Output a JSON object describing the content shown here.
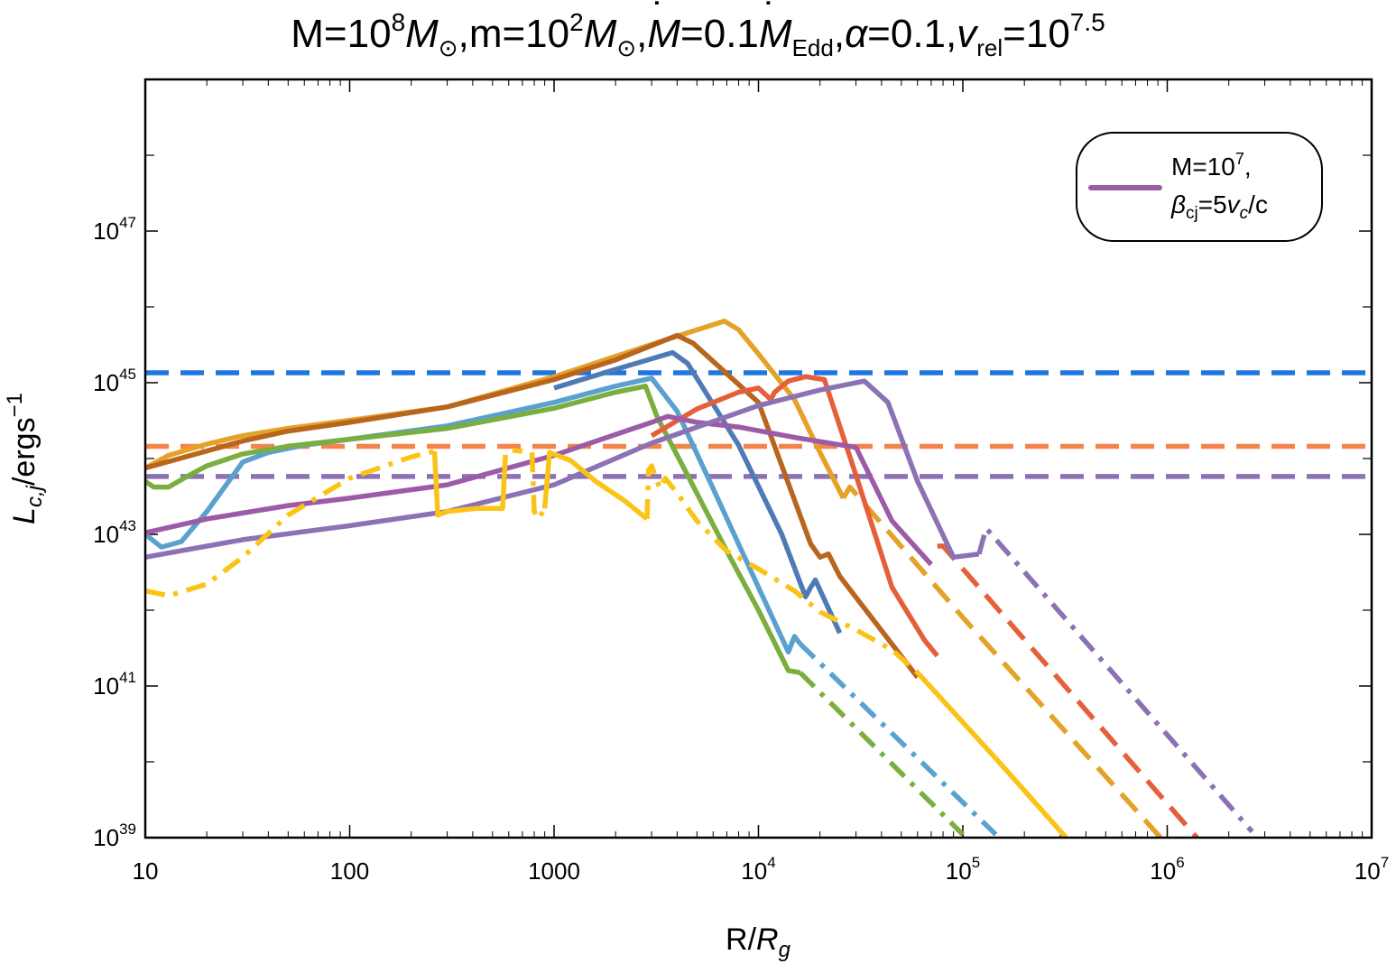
{
  "title": {
    "M_label": "M=10",
    "M_exp": "8",
    "M_unit": "M",
    "M_sub": "⊙",
    "m_label": ",m=10",
    "m_exp": "2",
    "m_unit": "M",
    "m_sub": "⊙",
    "mdot_pre": ",",
    "mdot_sym": "M",
    "mdot_eq": "=0.1",
    "mdot_sym2": "M",
    "mdot_sub": "Edd",
    "alpha_pre": ",",
    "alpha_sym": "α",
    "alpha_eq": "=0.1,",
    "v_sym": "v",
    "v_sub": "rel",
    "v_eq": "=10",
    "v_exp": "7.5"
  },
  "legend": {
    "line1": "M=10",
    "line1_exp": "7",
    "line1_tail": ",",
    "line2_sym": "β",
    "line2_sub": "cj",
    "line2_eq": "=5",
    "line2_v": "v",
    "line2_vsub": "c",
    "line2_tail": "/c",
    "color": "#9C5BA6"
  },
  "chart_data": {
    "type": "line",
    "title": "M=10^8 M⊙, m=10^2 M⊙, Ṁ=0.1 Ṁ_Edd, α=0.1, v_rel=10^7.5",
    "xlabel": "R/R_g",
    "ylabel": "L_c,j/ergs^-1",
    "x_scale": "log",
    "y_scale": "log",
    "xlim": [
      10,
      10000000
    ],
    "ylim": [
      1e+39,
      1e+49
    ],
    "x_ticks": [
      {
        "value": 10,
        "base": "10",
        "exp": ""
      },
      {
        "value": 100,
        "base": "100",
        "exp": ""
      },
      {
        "value": 1000,
        "base": "1000",
        "exp": ""
      },
      {
        "value": 10000,
        "base": "10",
        "exp": "4"
      },
      {
        "value": 100000,
        "base": "10",
        "exp": "5"
      },
      {
        "value": 1000000,
        "base": "10",
        "exp": "6"
      },
      {
        "value": 10000000,
        "base": "10",
        "exp": "7"
      }
    ],
    "y_ticks": [
      {
        "value": 1e+39,
        "base": "10",
        "exp": "39"
      },
      {
        "value": 1e+41,
        "base": "10",
        "exp": "41"
      },
      {
        "value": 1e+43,
        "base": "10",
        "exp": "43"
      },
      {
        "value": 1e+45,
        "base": "10",
        "exp": "45"
      },
      {
        "value": 1e+47,
        "base": "10",
        "exp": "47"
      }
    ],
    "y_minor_ticks": [
      1e+40,
      1e+42,
      1e+44,
      1e+46,
      1e+48
    ],
    "grid": false,
    "legend_position": "top-right",
    "hlines": [
      {
        "y": 1.35e+45,
        "color": "#1F77DD",
        "dash": "dashed"
      },
      {
        "y": 1.45e+44,
        "color": "#F5844A",
        "dash": "dashed"
      },
      {
        "y": 5.8e+43,
        "color": "#8C72B4",
        "dash": "dashed"
      }
    ],
    "series": [
      {
        "color": "#E5A228",
        "dash": "solid",
        "x": [
          10,
          13,
          20,
          30,
          50,
          100,
          300,
          1000,
          3000,
          6800,
          8000,
          10000,
          15000,
          20000,
          26000
        ],
        "y": [
          7.5e+43,
          1.1e+44,
          1.55e+44,
          2e+44,
          2.5e+44,
          3.2e+44,
          4.8e+44,
          1.2e+45,
          3.2e+45,
          6.5e+45,
          5e+45,
          2.4e+45,
          6e+44,
          1.2e+44,
          3e+43
        ]
      },
      {
        "color": "#E5A228",
        "dash": "dashed",
        "x": [
          26000,
          28000,
          100000,
          1000000
        ],
        "y": [
          3e+43,
          4.2e+43,
          8e+41,
          8e+38
        ]
      },
      {
        "color": "#B8651E",
        "dash": "solid",
        "x": [
          10,
          30,
          50,
          100,
          300,
          1000,
          2000,
          4000,
          4800,
          10000,
          18000,
          20000,
          22000,
          25000,
          60000
        ],
        "y": [
          7.5e+43,
          1.7e+44,
          2.3e+44,
          3e+44,
          4.8e+44,
          1.1e+45,
          2e+45,
          4.2e+45,
          3.3e+45,
          5.5e+44,
          7.5e+42,
          5e+42,
          5.5e+42,
          2.8e+42,
          1.3e+41
        ]
      },
      {
        "color": "#4E7BB5",
        "dash": "solid",
        "x": [
          1000,
          2000,
          3800,
          4500,
          8000,
          13000,
          17000,
          18000,
          19000,
          25000
        ],
        "y": [
          8.5e+44,
          1.5e+45,
          2.5e+45,
          1.8e+45,
          1.5e+44,
          1e+43,
          1.5e+42,
          2e+42,
          2.5e+42,
          5e+41
        ]
      },
      {
        "color": "#5BA1CF",
        "dash": "solid",
        "x": [
          10,
          12,
          15,
          20,
          30,
          40,
          60,
          100,
          300,
          1000,
          2000,
          3000,
          4000,
          6000,
          10000,
          14000,
          15000,
          16000
        ],
        "y": [
          1e+43,
          6.8e+42,
          8e+42,
          2e+43,
          9e+43,
          1.2e+44,
          1.5e+44,
          1.8e+44,
          2.7e+44,
          5.5e+44,
          9e+44,
          1.15e+45,
          4.2e+44,
          4e+43,
          2e+42,
          2.8e+41,
          4.5e+41,
          3.6e+41
        ]
      },
      {
        "color": "#5BA1CF",
        "dash": "dashdot",
        "x": [
          16000,
          145000
        ],
        "y": [
          3.6e+41,
          1.1e+39
        ]
      },
      {
        "color": "#7AAE3E",
        "dash": "solid",
        "x": [
          10,
          11,
          13,
          16,
          20,
          30,
          50,
          100,
          300,
          1000,
          2000,
          2800,
          3200,
          4500,
          7000,
          10000,
          14000,
          16000
        ],
        "y": [
          5e+43,
          4.2e+43,
          4.2e+43,
          5.8e+43,
          8e+43,
          1.15e+44,
          1.45e+44,
          1.8e+44,
          2.5e+44,
          4.6e+44,
          7.5e+44,
          9e+44,
          3.5e+44,
          6e+43,
          6e+42,
          1e+42,
          1.6e+41,
          1.5e+41
        ]
      },
      {
        "color": "#7AAE3E",
        "dash": "dashdot",
        "x": [
          16000,
          100000
        ],
        "y": [
          1.5e+41,
          1.1e+39
        ]
      },
      {
        "color": "#E5603A",
        "dash": "solid",
        "x": [
          3000,
          5000,
          8000,
          10000,
          11500,
          12000,
          14000,
          17000,
          21000,
          30000,
          45000,
          65000,
          75000
        ],
        "y": [
          2e+44,
          4.5e+44,
          7.5e+44,
          8.5e+44,
          6e+44,
          7.5e+44,
          1.05e+45,
          1.2e+45,
          1.1e+45,
          6e+43,
          2e+42,
          4e+41,
          2.5e+41
        ]
      },
      {
        "color": "#E5603A",
        "dash": "dashed",
        "x": [
          75000,
          80000,
          1500000
        ],
        "y": [
          7e+42,
          7e+42,
          8e+38
        ]
      },
      {
        "color": "#9C5BA6",
        "dash": "solid",
        "x": [
          10,
          20,
          50,
          100,
          300,
          1000,
          3000,
          3600,
          5000,
          8000,
          15000,
          30000,
          45000,
          70000
        ],
        "y": [
          1.05e+43,
          1.6e+43,
          2.4e+43,
          3e+43,
          4.5e+43,
          1.1e+44,
          3e+44,
          3.6e+44,
          3e+44,
          2.6e+44,
          1.9e+44,
          1.4e+44,
          1.5e+43,
          4e+42
        ]
      },
      {
        "color": "#8C72B4",
        "dash": "solid",
        "x": [
          10,
          30,
          100,
          300,
          1000,
          3000,
          10000,
          20000,
          33000,
          43000,
          60000,
          90000,
          120000
        ],
        "y": [
          5e+42,
          8.5e+42,
          1.3e+43,
          2e+43,
          4.5e+43,
          1.6e+44,
          5e+44,
          8e+44,
          1.05e+45,
          5.5e+44,
          5e+43,
          5e+42,
          5.5e+42
        ]
      },
      {
        "color": "#8C72B4",
        "dash": "dashdot",
        "x": [
          120000,
          130000,
          2600000
        ],
        "y": [
          5.5e+42,
          1.2e+43,
          1.2e+39
        ]
      },
      {
        "color": "#FBC316",
        "dash": "dashdot",
        "x": [
          10,
          13,
          20,
          30,
          50,
          100,
          200,
          260
        ],
        "y": [
          1.8e+42,
          1.55e+42,
          2.2e+42,
          5e+42,
          1.8e+43,
          5.5e+43,
          1.05e+44,
          1.25e+44
        ]
      },
      {
        "color": "#FBC316",
        "dash": "solid",
        "x": [
          260,
          270,
          300,
          420,
          560,
          570
        ],
        "y": [
          1.25e+44,
          1.8e+43,
          2e+43,
          2.2e+43,
          2.2e+43,
          5.5e+43
        ]
      },
      {
        "color": "#FBC316",
        "dash": "dashed",
        "x": [
          570,
          580,
          600,
          700
        ],
        "y": [
          5.5e+43,
          1.3e+44,
          1.3e+44,
          1.25e+44
        ]
      },
      {
        "color": "#FBC316",
        "dash": "dashdot",
        "x": [
          780,
          800,
          840,
          900
        ],
        "y": [
          1.2e+44,
          2e+43,
          1.6e+43,
          2.2e+43
        ]
      },
      {
        "color": "#FBC316",
        "dash": "solid",
        "x": [
          900,
          950,
          1200,
          1600,
          2200,
          2850
        ],
        "y": [
          2.2e+43,
          1.2e+44,
          9.5e+43,
          5e+43,
          2.8e+43,
          1.6e+43
        ]
      },
      {
        "color": "#FBC316",
        "dash": "dashdot",
        "x": [
          2850,
          2900,
          3000,
          3300,
          3500,
          4000,
          5000,
          7000,
          10000,
          15000,
          20000,
          30000,
          45000,
          60000
        ],
        "y": [
          1.6e+43,
          7e+43,
          8e+43,
          4e+43,
          5.5e+43,
          3.5e+43,
          1.5e+43,
          6e+42,
          3.5e+42,
          1.8e+42,
          9.5e+41,
          5.5e+41,
          3e+41,
          1.5e+41
        ]
      },
      {
        "color": "#FBC316",
        "dash": "solid",
        "x": [
          60000,
          150000,
          320000
        ],
        "y": [
          1.5e+41,
          1e+40,
          1e+39
        ]
      }
    ]
  }
}
